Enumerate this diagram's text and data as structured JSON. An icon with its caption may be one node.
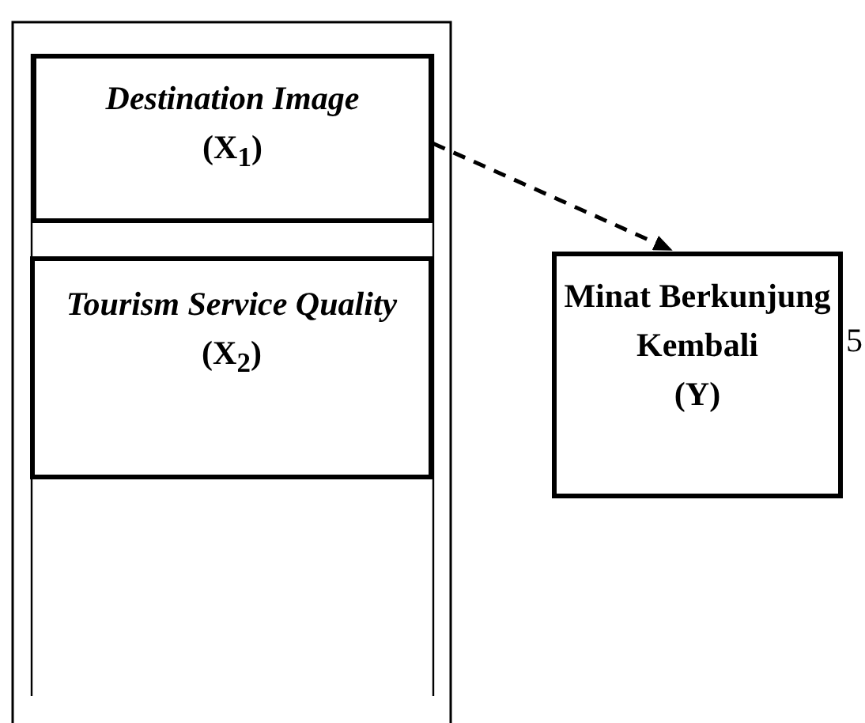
{
  "diagram": {
    "nodes": [
      {
        "text": [
          "Destination Image",
          "(X$_{1}$)"
        ]
      },
      {
        "text": [
          "Tourism Service Quality",
          "(X$_{2}$)"
        ]
      },
      {
        "text": [
          "Minat Berkunjung Kembali",
          "(Y)"
        ],
        "beside": [
          "5"
        ]
      }
    ],
    "edges": [
      {
        "from": 0,
        "to": 2,
        "arrow": "to",
        "style": "dashed"
      }
    ]
  }
}
